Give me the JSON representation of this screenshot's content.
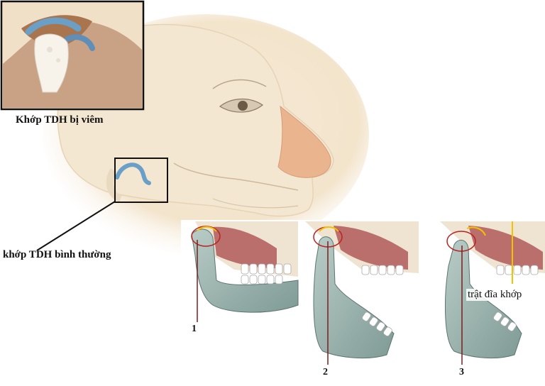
{
  "labels": {
    "inset_caption": "Khớp TDH bị viêm",
    "normal_joint": "khớp TDH bình thường",
    "disc_dislocation": "trật đĩa khớp",
    "stage_1": "1",
    "stage_2": "2",
    "stage_3": "3"
  },
  "colors": {
    "skin": "#f3e6cf",
    "nose": "#e9b48e",
    "bone": "#9fb7b2",
    "muscle": "#b05a5a",
    "cartilage": "#6aa0c8",
    "annotation_line": "#7a1e1e",
    "highlight_line": "#f2c200"
  }
}
